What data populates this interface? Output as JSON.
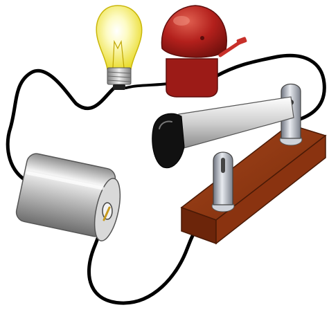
{
  "diagram": {
    "components": [
      {
        "id": "bulb",
        "kind": "light-bulb"
      },
      {
        "id": "bell",
        "kind": "electric-bell"
      },
      {
        "id": "battery",
        "kind": "cell-battery"
      },
      {
        "id": "switch",
        "kind": "knife-switch",
        "state": "open"
      }
    ],
    "wires": [
      {
        "from": "battery",
        "to": "bulb"
      },
      {
        "from": "bulb",
        "to": "bell"
      },
      {
        "from": "bell",
        "to": "switch"
      },
      {
        "from": "switch",
        "to": "battery"
      }
    ]
  },
  "colors": {
    "background": "#ffffff",
    "wire": "#000000",
    "bulb_glass": "#f7f04a",
    "bulb_base": "#b9b9b9",
    "bell": "#b3201c",
    "bell_shadow": "#7a1210",
    "battery_metal": "#c9c9c9",
    "switch_base": "#8a3310",
    "switch_blade": "#d9d9d9",
    "switch_handle": "#111111"
  }
}
